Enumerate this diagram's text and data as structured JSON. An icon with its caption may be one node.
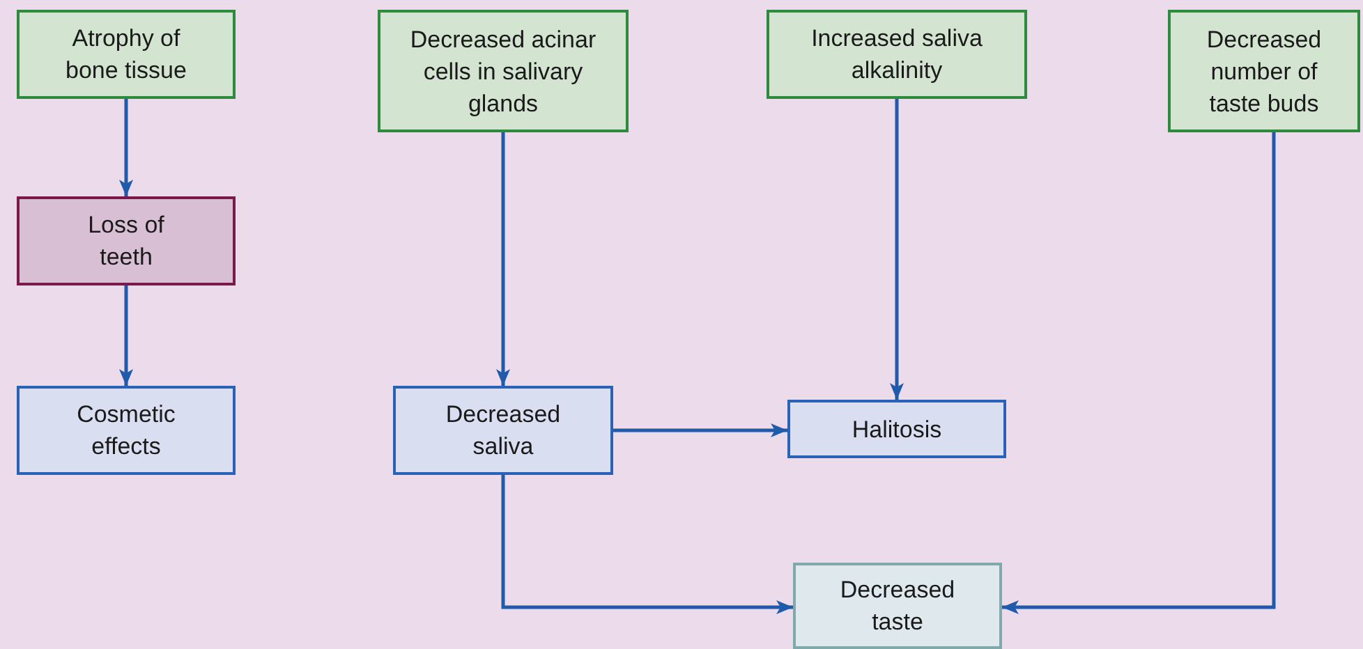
{
  "diagram": {
    "nodes": [
      {
        "text": [
          "Atrophy of bone tissue"
        ]
      },
      {
        "text": [
          "Loss of teeth"
        ]
      },
      {
        "text": [
          "Cosmetic effects"
        ]
      },
      {
        "text": [
          "Decreased acinar cells in salivary glands"
        ]
      },
      {
        "text": [
          "Decreased saliva"
        ]
      },
      {
        "text": [
          "Increased saliva alkalinity"
        ]
      },
      {
        "text": [
          "Halitosis"
        ]
      },
      {
        "text": [
          "Decreased number of taste buds"
        ]
      },
      {
        "text": [
          "Decreased taste"
        ]
      }
    ],
    "edges": [
      {
        "from": 0,
        "to": 1,
        "arrow": "to"
      },
      {
        "from": 1,
        "to": 2,
        "arrow": "to"
      },
      {
        "from": 3,
        "to": 4,
        "arrow": "to"
      },
      {
        "from": 4,
        "to": 6,
        "arrow": "to"
      },
      {
        "from": 5,
        "to": 6,
        "arrow": "to"
      },
      {
        "from": 4,
        "to": 8,
        "arrow": "to"
      },
      {
        "from": 7,
        "to": 8,
        "arrow": "to"
      }
    ]
  }
}
